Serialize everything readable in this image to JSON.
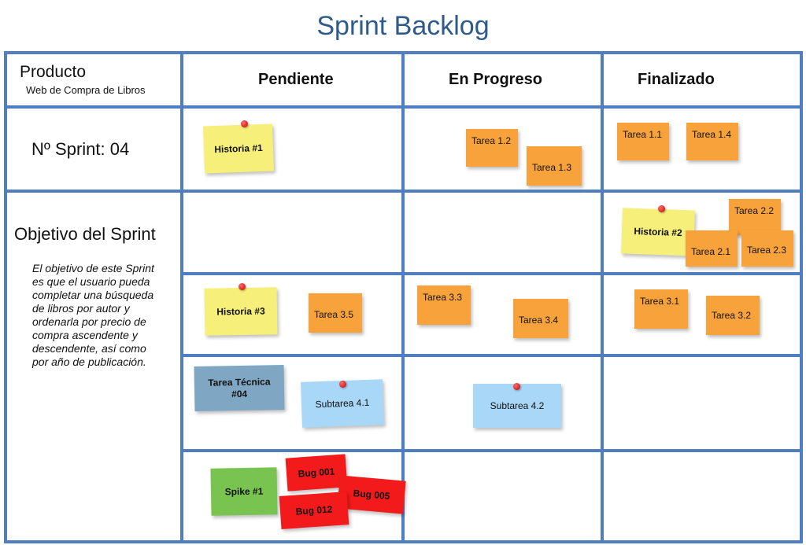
{
  "title": "Sprint Backlog",
  "colors": {
    "story": "#f6ef7a",
    "task": "#f7a23a",
    "tech_task": "#7fa7c4",
    "subtask": "#a9d7f7",
    "spike": "#79c451",
    "bug": "#f21a1a",
    "grid": "#4f7fc2",
    "title": "#2f5a8c"
  },
  "columns": {
    "pending": "Pendiente",
    "in_progress": "En Progreso",
    "done": "Finalizado"
  },
  "left": {
    "product_label": "Producto",
    "product_name": "Web de Compra de Libros",
    "sprint_number": "Nº Sprint: 04",
    "objective_title": "Objetivo del Sprint",
    "objective_text": "El objetivo de este Sprint es que el usuario pueda completar una búsqueda de libros por autor y ordenarla por precio de compra ascendente y descendente, así como por año de publicación."
  },
  "notes": {
    "historia1": "Historia #1",
    "tarea12": "Tarea 1.2",
    "tarea13": "Tarea 1.3",
    "tarea11": "Tarea 1.1",
    "tarea14": "Tarea 1.4",
    "historia2": "Historia #2",
    "tarea22": "Tarea 2.2",
    "tarea21": "Tarea 2.1",
    "tarea23": "Tarea 2.3",
    "historia3": "Historia #3",
    "tarea35": "Tarea 3.5",
    "tarea33": "Tarea 3.3",
    "tarea34": "Tarea 3.4",
    "tarea31": "Tarea 3.1",
    "tarea32": "Tarea 3.2",
    "tecnica": "Tarea Técnica #04",
    "subtarea41": "Subtarea 4.1",
    "subtarea42": "Subtarea 4.2",
    "spike1": "Spike #1",
    "bug001": "Bug  001",
    "bug005": "Bug  005",
    "bug012": "Bug  012"
  }
}
